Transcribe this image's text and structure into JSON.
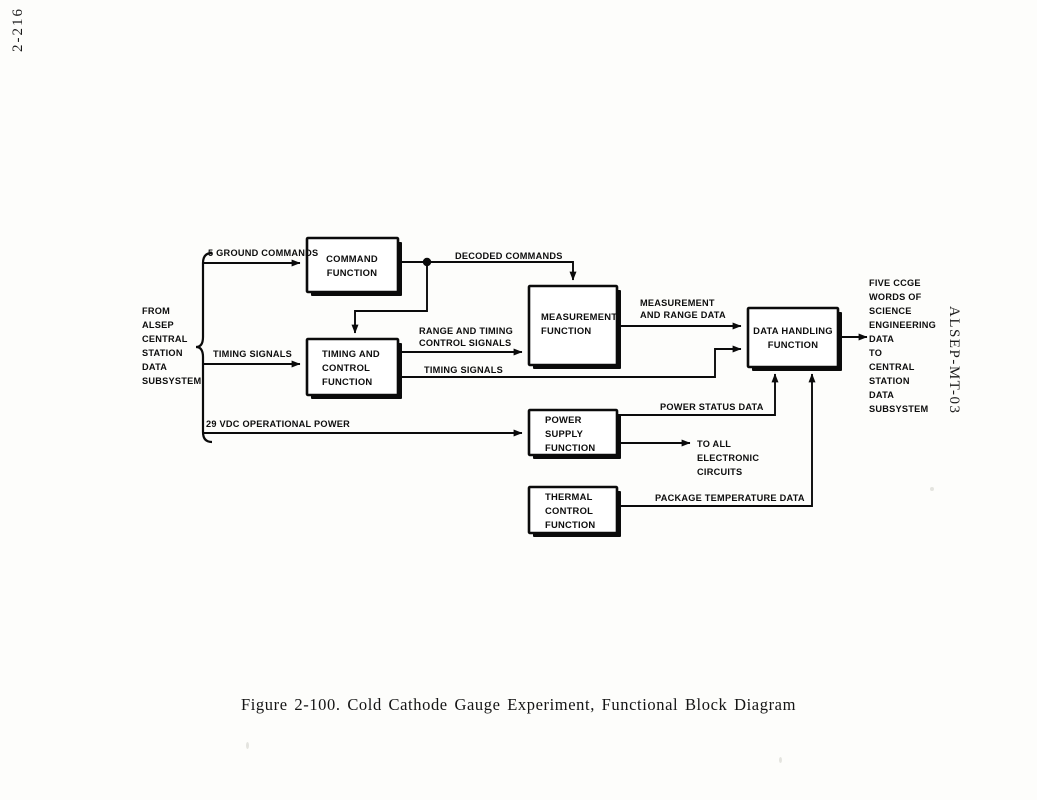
{
  "page": {
    "page_number": "2-216",
    "document_number": "ALSEP-MT-03",
    "caption": "Figure 2-100.   Cold Cathode Gauge Experiment, Functional Block Diagram"
  },
  "diagram": {
    "title": "Cold Cathode Gauge Experiment Functional Block Diagram",
    "blocks": [
      {
        "id": "command",
        "lines": [
          "COMMAND",
          "FUNCTION"
        ]
      },
      {
        "id": "timing",
        "lines": [
          "TIMING AND",
          "CONTROL",
          "FUNCTION"
        ]
      },
      {
        "id": "measurement",
        "lines": [
          "MEASUREMENT",
          "FUNCTION"
        ]
      },
      {
        "id": "data_handling",
        "lines": [
          "DATA HANDLING",
          "FUNCTION"
        ]
      },
      {
        "id": "power_supply",
        "lines": [
          "POWER",
          "SUPPLY",
          "FUNCTION"
        ]
      },
      {
        "id": "thermal",
        "lines": [
          "THERMAL",
          "CONTROL",
          "FUNCTION"
        ]
      }
    ],
    "source_label": {
      "lines": [
        "FROM",
        "ALSEP",
        "CENTRAL",
        "STATION",
        "DATA",
        "SUBSYSTEM"
      ]
    },
    "output_label": {
      "lines": [
        "FIVE CCGE",
        "WORDS OF",
        "SCIENCE",
        "ENGINEERING",
        "DATA",
        "TO",
        "CENTRAL",
        "STATION",
        "DATA",
        "SUBSYSTEM"
      ]
    },
    "signals": [
      {
        "id": "ground_commands",
        "label": "5 GROUND COMMANDS"
      },
      {
        "id": "timing_signals_in",
        "label": "TIMING SIGNALS"
      },
      {
        "id": "operational_power",
        "label": "29 VDC OPERATIONAL POWER"
      },
      {
        "id": "decoded_commands",
        "label": "DECODED COMMANDS"
      },
      {
        "id": "range_timing_control",
        "lines": [
          "RANGE AND TIMING",
          "CONTROL SIGNALS"
        ]
      },
      {
        "id": "timing_signals_out",
        "label": "TIMING SIGNALS"
      },
      {
        "id": "measurement_range_data",
        "lines": [
          "MEASUREMENT",
          "AND RANGE DATA"
        ]
      },
      {
        "id": "power_status_data",
        "label": "POWER STATUS DATA"
      },
      {
        "id": "to_electronic_circuits",
        "lines": [
          "TO ALL",
          "ELECTRONIC",
          "CIRCUITS"
        ]
      },
      {
        "id": "package_temperature_data",
        "label": "PACKAGE TEMPERATURE DATA"
      }
    ]
  }
}
